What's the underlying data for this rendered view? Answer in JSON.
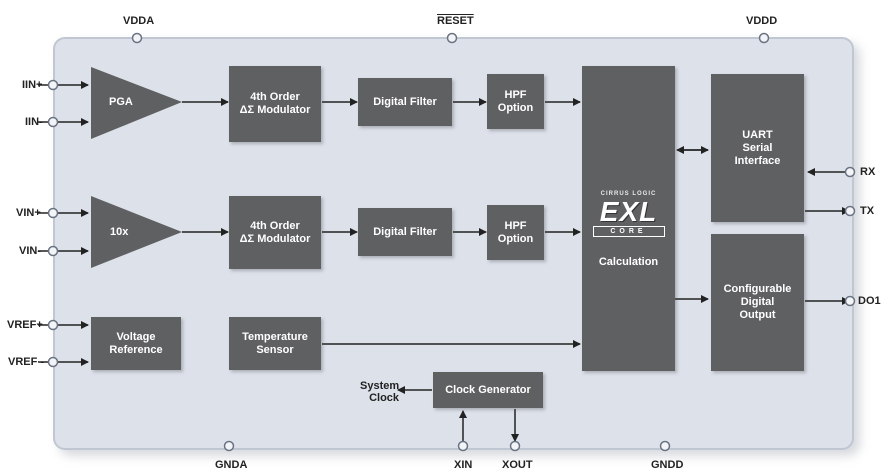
{
  "pins": {
    "vdda": "VDDA",
    "reset": "RESET",
    "vddd": "VDDD",
    "iin_p": "IIN+",
    "iin_n": "IIN-",
    "vin_p": "VIN+",
    "vin_n": "VIN-",
    "vref_p": "VREF+",
    "vref_n": "VREF -",
    "gnda": "GNDA",
    "xin": "XIN",
    "xout": "XOUT",
    "gndd": "GNDD",
    "rx": "RX",
    "tx": "TX",
    "do1": "DO1"
  },
  "blocks": {
    "pga": "PGA",
    "amp10x": "10x",
    "mod1": [
      "4th Order",
      "ΔΣ Modulator"
    ],
    "mod2": [
      "4th Order",
      "ΔΣ Modulator"
    ],
    "filter1": "Digital Filter",
    "filter2": "Digital Filter",
    "hpf1": [
      "HPF",
      "Option"
    ],
    "hpf2": [
      "HPF",
      "Option"
    ],
    "vref": [
      "Voltage",
      "Reference"
    ],
    "temp": [
      "Temperature",
      "Sensor"
    ],
    "calc": "Calculation",
    "uart": [
      "UART",
      "Serial",
      "Interface"
    ],
    "digout": [
      "Configurable",
      "Digital",
      "Output"
    ],
    "clock": "Clock Generator",
    "sysclock": [
      "System",
      "Clock"
    ]
  },
  "logo": {
    "top": "CIRRUS LOGIC",
    "main": "EXL",
    "bottom": "CORE"
  },
  "colors": {
    "block": "#5f6062",
    "board": "#dde1ea",
    "border": "#c0c7d2",
    "wire": "#222222"
  }
}
